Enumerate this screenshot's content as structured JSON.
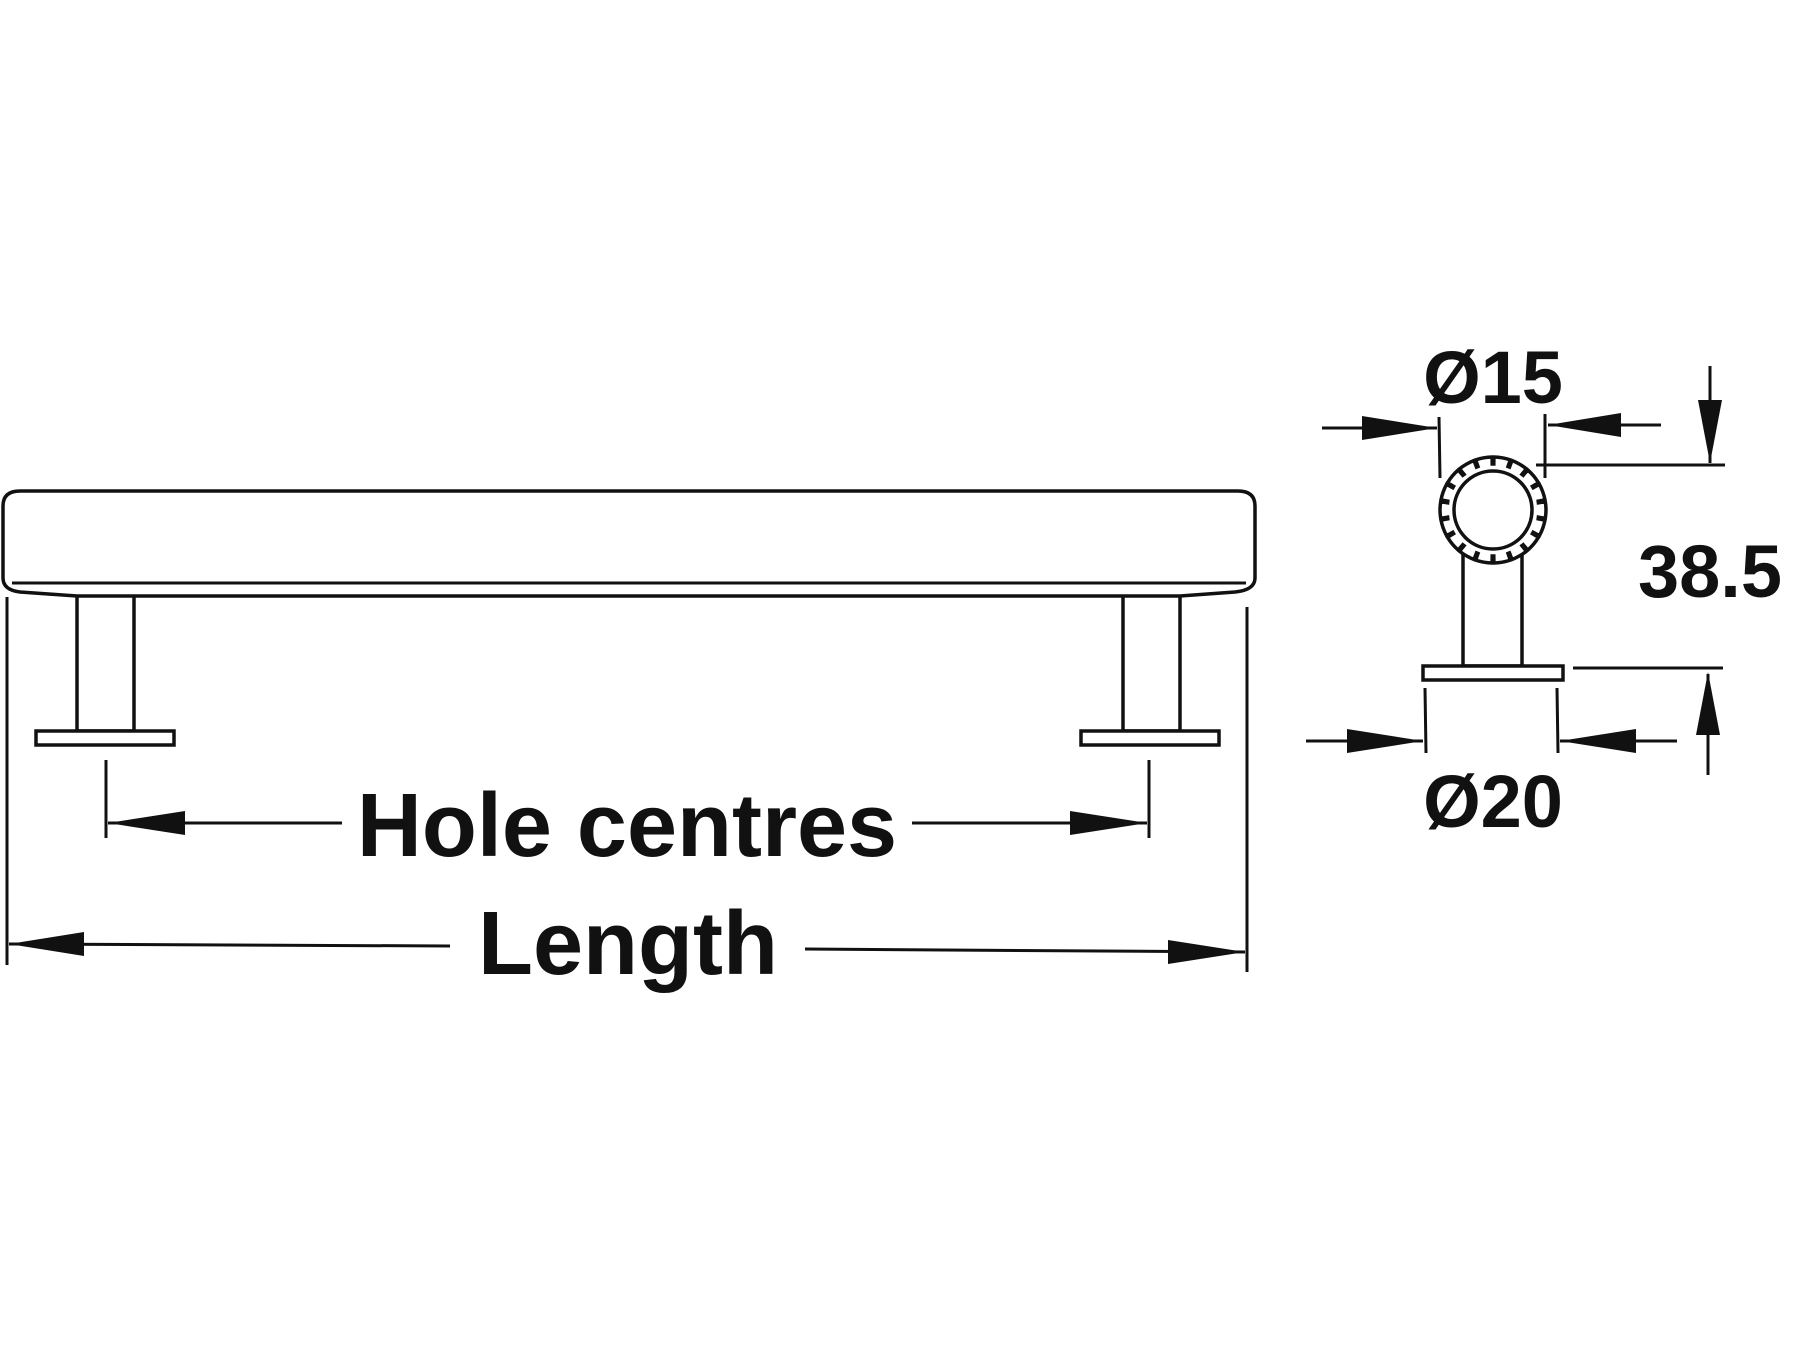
{
  "front_view": {
    "hole_centres_label": "Hole centres",
    "length_label": "Length"
  },
  "side_view": {
    "bar_diameter_label": "Ø15",
    "foot_diameter_label": "Ø20",
    "height_label": "38.5"
  },
  "colors": {
    "line": "#111111",
    "background": "#ffffff"
  }
}
